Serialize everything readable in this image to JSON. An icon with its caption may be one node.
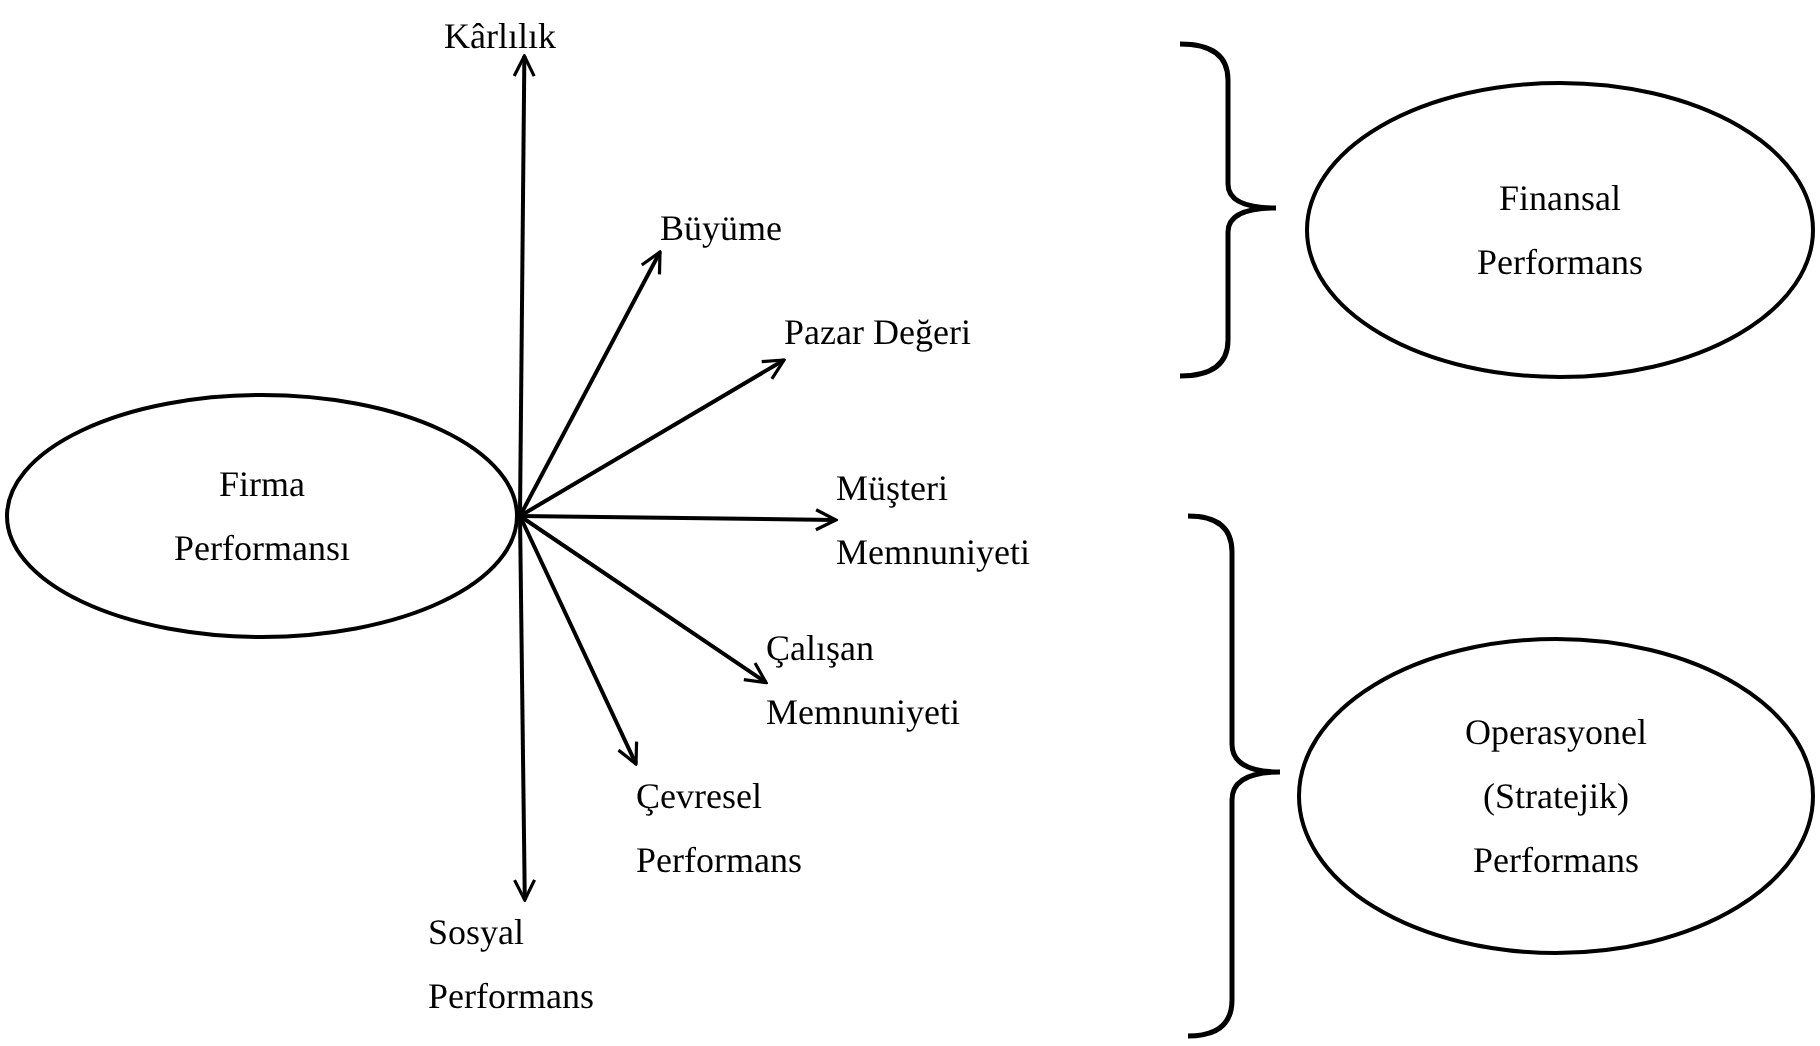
{
  "diagram": {
    "nodes": [
      {
        "text": [
          "Firma Performansı"
        ]
      },
      {
        "text": [
          "Kârlılık"
        ]
      },
      {
        "text": [
          "Büyüme"
        ]
      },
      {
        "text": [
          "Pazar Değeri"
        ]
      },
      {
        "text": [
          "Müşteri Memnuniyeti"
        ]
      },
      {
        "text": [
          "Çalışan Memnuniyeti"
        ]
      },
      {
        "text": [
          "Çevresel Performans"
        ]
      },
      {
        "text": [
          "Sosyal Performans"
        ]
      },
      {
        "text": [
          "Finansal Performans"
        ]
      },
      {
        "text": [
          "Operasyonel (Stratejik) Performans"
        ]
      }
    ],
    "edges": [
      {
        "from": 0,
        "to": 1,
        "arrow": "to"
      },
      {
        "from": 0,
        "to": 2,
        "arrow": "to"
      },
      {
        "from": 0,
        "to": 3,
        "arrow": "to"
      },
      {
        "from": 0,
        "to": 4,
        "arrow": "to"
      },
      {
        "from": 0,
        "to": 5,
        "arrow": "to"
      },
      {
        "from": 0,
        "to": 6,
        "arrow": "to"
      },
      {
        "from": 0,
        "to": 7,
        "arrow": "to"
      }
    ]
  }
}
